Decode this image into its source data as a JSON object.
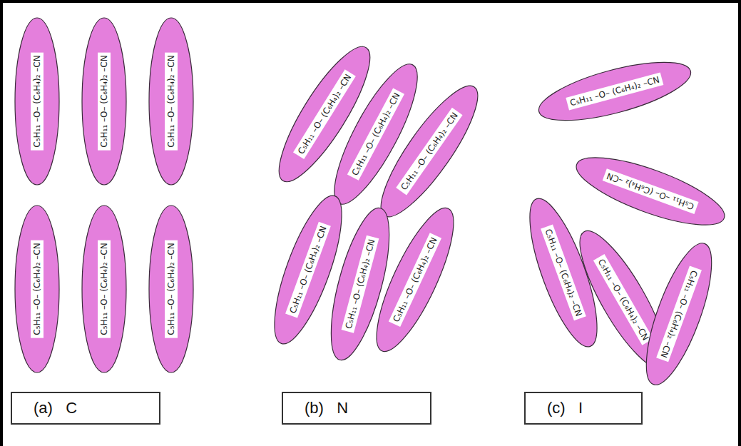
{
  "diagram": {
    "nodes": [
      {
        "text": [
          "C₅H₁₁ –O– (C₆H₄)₂ –CN"
        ]
      },
      {
        "text": [
          "C₅H₁₁ –O– (C₆H₄)₂ –CN"
        ]
      },
      {
        "text": [
          "C₅H₁₁ –O– (C₆H₄)₂ –CN"
        ]
      },
      {
        "text": [
          "C₅H₁₁ –O– (C₆H₄)₂ –CN"
        ]
      },
      {
        "text": [
          "C₅H₁₁ –O– (C₆H₄)₂ –CN"
        ]
      },
      {
        "text": [
          "C₅H₁₁ –O– (C₆H₄)₂ –CN"
        ]
      },
      {
        "text": [
          "C₅H₁₁ –O– (C₆H₄)₂ –CN"
        ]
      },
      {
        "text": [
          "C₅H₁₁ –O– (C₆H₄)₂ –CN"
        ]
      },
      {
        "text": [
          "C₅H₁₁ –O– (C₆H₄)₂ –CN"
        ]
      },
      {
        "text": [
          "C₅H₁₁ –O– (C₆H₄)₂ –CN"
        ]
      },
      {
        "text": [
          "C₅H₁₁ –O– (C₆H₄)₂ –CN"
        ]
      },
      {
        "text": [
          "C₅H₁₁ –O– (C₆H₄)₂ –CN"
        ]
      },
      {
        "text": [
          "C₅H₁₁ –O– (C₆H₄)₂ –CN"
        ]
      },
      {
        "text": [
          "C₅H₁₁ –O– (C₆H₄)₂ –CN"
        ]
      },
      {
        "text": [
          "C₅H₁₁ –O– (C₆H₄)₂ –CN"
        ]
      },
      {
        "text": [
          "C₅H₁₁ –O– (C₆H₄)₂ –CN"
        ]
      },
      {
        "text": [
          "C₅H₁₁ –O– (C₆H₄)₂ –CN"
        ]
      },
      {
        "text": [
          "(a)   C"
        ]
      },
      {
        "text": [
          "(b)   N"
        ]
      },
      {
        "text": [
          "(c)   I"
        ]
      }
    ]
  }
}
